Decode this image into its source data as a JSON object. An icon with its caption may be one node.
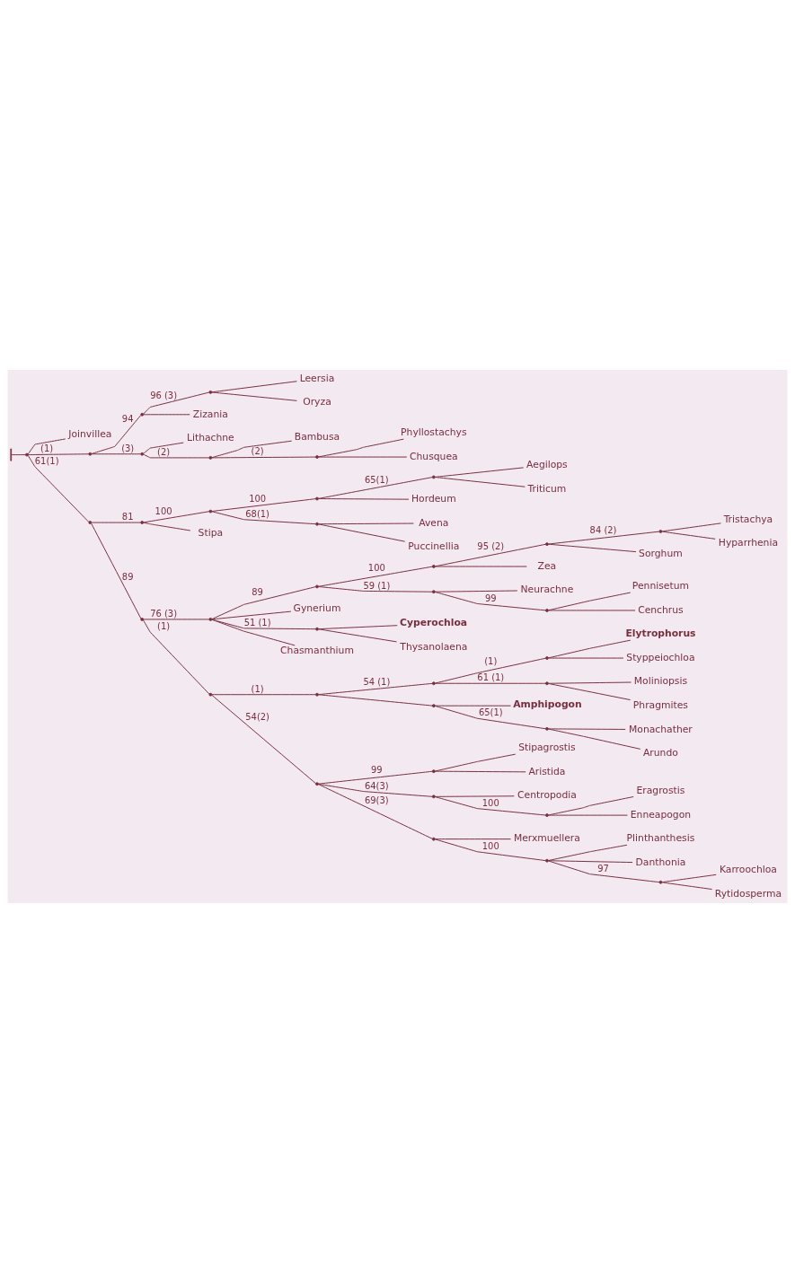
{
  "diagram": {
    "nodes": [
      {
        "text": [],
        "shape": "point"
      },
      {
        "text": [
          "Joinvillea"
        ]
      },
      {
        "text": [],
        "shape": "point"
      },
      {
        "text": [],
        "shape": "point"
      },
      {
        "text": [],
        "shape": "point"
      },
      {
        "text": [
          "Leersia"
        ]
      },
      {
        "text": [
          "Oryza"
        ]
      },
      {
        "text": [
          "Zizania"
        ]
      },
      {
        "text": [],
        "shape": "point"
      },
      {
        "text": [
          "Lithachne"
        ]
      },
      {
        "text": [],
        "shape": "point"
      },
      {
        "text": [
          "Bambusa"
        ]
      },
      {
        "text": [],
        "shape": "point"
      },
      {
        "text": [
          "Phyllostachys"
        ]
      },
      {
        "text": [
          "Chusquea"
        ]
      },
      {
        "text": [],
        "shape": "point"
      },
      {
        "text": [],
        "shape": "point"
      },
      {
        "text": [],
        "shape": "point"
      },
      {
        "text": [],
        "shape": "point"
      },
      {
        "text": [],
        "shape": "point"
      },
      {
        "text": [
          "Aegilops"
        ]
      },
      {
        "text": [
          "Triticum"
        ]
      },
      {
        "text": [
          "Hordeum"
        ]
      },
      {
        "text": [],
        "shape": "point"
      },
      {
        "text": [
          "Avena"
        ]
      },
      {
        "text": [
          "Puccinellia"
        ]
      },
      {
        "text": [
          "Stipa"
        ]
      },
      {
        "text": [],
        "shape": "point"
      },
      {
        "text": [],
        "shape": "point"
      },
      {
        "text": [],
        "shape": "point"
      },
      {
        "text": [],
        "shape": "point"
      },
      {
        "text": [],
        "shape": "point"
      },
      {
        "text": [],
        "shape": "point"
      },
      {
        "text": [
          "Tristachya"
        ]
      },
      {
        "text": [
          "Hyparrhenia"
        ]
      },
      {
        "text": [
          "Sorghum"
        ]
      },
      {
        "text": [
          "Zea"
        ]
      },
      {
        "text": [],
        "shape": "point"
      },
      {
        "text": [
          "Neurachne"
        ]
      },
      {
        "text": [],
        "shape": "point"
      },
      {
        "text": [
          "Pennisetum"
        ]
      },
      {
        "text": [
          "Cenchrus"
        ]
      },
      {
        "text": [
          "Gynerium"
        ]
      },
      {
        "text": [],
        "shape": "point"
      },
      {
        "text": [
          "Cyperochloa"
        ]
      },
      {
        "text": [
          "Thysanolaena"
        ]
      },
      {
        "text": [
          "Chasmanthium"
        ]
      },
      {
        "text": [],
        "shape": "point"
      },
      {
        "text": [],
        "shape": "point"
      },
      {
        "text": [],
        "shape": "point"
      },
      {
        "text": [],
        "shape": "point"
      },
      {
        "text": [
          "Elytrophorus"
        ]
      },
      {
        "text": [
          "Styppeiochloa"
        ]
      },
      {
        "text": [],
        "shape": "point"
      },
      {
        "text": [
          "Moliniopsis"
        ]
      },
      {
        "text": [
          "Phragmites"
        ]
      },
      {
        "text": [],
        "shape": "point"
      },
      {
        "text": [
          "Amphipogon"
        ]
      },
      {
        "text": [],
        "shape": "point"
      },
      {
        "text": [
          "Monachather"
        ]
      },
      {
        "text": [
          "Arundo"
        ]
      },
      {
        "text": [],
        "shape": "point"
      },
      {
        "text": [],
        "shape": "point"
      },
      {
        "text": [
          "Stipagrostis"
        ]
      },
      {
        "text": [
          "Aristida"
        ]
      },
      {
        "text": [],
        "shape": "point"
      },
      {
        "text": [
          "Centropodia"
        ]
      },
      {
        "text": [],
        "shape": "point"
      },
      {
        "text": [
          "Eragrostis"
        ]
      },
      {
        "text": [
          "Enneapogon"
        ]
      },
      {
        "text": [],
        "shape": "point"
      },
      {
        "text": [
          "Merxmuellera"
        ]
      },
      {
        "text": [],
        "shape": "point"
      },
      {
        "text": [
          "Plinthanthesis"
        ]
      },
      {
        "text": [
          "Danthonia"
        ]
      },
      {
        "text": [],
        "shape": "point"
      },
      {
        "text": [
          "Karroochloa"
        ]
      },
      {
        "text": [
          "Rytidosperma"
        ]
      }
    ],
    "edges": [
      {
        "from": null,
        "to": 0,
        "arrow": "other"
      },
      {
        "from": 0,
        "to": 1,
        "arrow": "none"
      },
      {
        "from": 0,
        "to": 2,
        "arrow": "none",
        "label": "(1)"
      },
      {
        "from": 2,
        "to": 3,
        "arrow": "none",
        "label": "94"
      },
      {
        "from": 3,
        "to": 4,
        "arrow": "none",
        "label": "96 (3)"
      },
      {
        "from": 4,
        "to": 5,
        "arrow": "none"
      },
      {
        "from": 4,
        "to": 6,
        "arrow": "none"
      },
      {
        "from": 3,
        "to": 7,
        "arrow": "none"
      },
      {
        "from": 2,
        "to": 8,
        "arrow": "none",
        "label": "(3)"
      },
      {
        "from": 8,
        "to": 9,
        "arrow": "none"
      },
      {
        "from": 8,
        "to": 10,
        "arrow": "none",
        "label": "(2)"
      },
      {
        "from": 10,
        "to": 11,
        "arrow": "none"
      },
      {
        "from": 10,
        "to": 12,
        "arrow": "none",
        "label": "(2)"
      },
      {
        "from": 12,
        "to": 13,
        "arrow": "none"
      },
      {
        "from": 12,
        "to": 14,
        "arrow": "none"
      },
      {
        "from": 0,
        "to": 15,
        "arrow": "none",
        "label": "61(1)"
      },
      {
        "from": 15,
        "to": 16,
        "arrow": "none",
        "label": "81"
      },
      {
        "from": 16,
        "to": 17,
        "arrow": "none",
        "label": "100"
      },
      {
        "from": 17,
        "to": 18,
        "arrow": "none",
        "label": "100"
      },
      {
        "from": 18,
        "to": 19,
        "arrow": "none",
        "label": "65(1)"
      },
      {
        "from": 19,
        "to": 20,
        "arrow": "none"
      },
      {
        "from": 19,
        "to": 21,
        "arrow": "none"
      },
      {
        "from": 18,
        "to": 22,
        "arrow": "none"
      },
      {
        "from": 17,
        "to": 23,
        "arrow": "none",
        "label": "68(1)"
      },
      {
        "from": 23,
        "to": 24,
        "arrow": "none"
      },
      {
        "from": 23,
        "to": 25,
        "arrow": "none"
      },
      {
        "from": 16,
        "to": 26,
        "arrow": "none"
      },
      {
        "from": 15,
        "to": 27,
        "arrow": "none",
        "label": "89"
      },
      {
        "from": 27,
        "to": 28,
        "arrow": "none",
        "label": "76 (3)"
      },
      {
        "from": 28,
        "to": 29,
        "arrow": "none",
        "label": "89"
      },
      {
        "from": 29,
        "to": 30,
        "arrow": "none",
        "label": "100"
      },
      {
        "from": 30,
        "to": 31,
        "arrow": "none",
        "label": "95 (2)"
      },
      {
        "from": 31,
        "to": 32,
        "arrow": "none",
        "label": "84 (2)"
      },
      {
        "from": 32,
        "to": 33,
        "arrow": "none"
      },
      {
        "from": 32,
        "to": 34,
        "arrow": "none"
      },
      {
        "from": 31,
        "to": 35,
        "arrow": "none"
      },
      {
        "from": 30,
        "to": 36,
        "arrow": "none"
      },
      {
        "from": 29,
        "to": 37,
        "arrow": "none",
        "label": "59 (1)"
      },
      {
        "from": 37,
        "to": 38,
        "arrow": "none"
      },
      {
        "from": 37,
        "to": 39,
        "arrow": "none",
        "label": "99"
      },
      {
        "from": 39,
        "to": 40,
        "arrow": "none"
      },
      {
        "from": 39,
        "to": 41,
        "arrow": "none"
      },
      {
        "from": 28,
        "to": 42,
        "arrow": "none"
      },
      {
        "from": 28,
        "to": 43,
        "arrow": "none",
        "label": "51 (1)"
      },
      {
        "from": 43,
        "to": 44,
        "arrow": "none"
      },
      {
        "from": 43,
        "to": 45,
        "arrow": "none"
      },
      {
        "from": 28,
        "to": 46,
        "arrow": "none"
      },
      {
        "from": 27,
        "to": 47,
        "arrow": "none",
        "label": "(1)"
      },
      {
        "from": 47,
        "to": 48,
        "arrow": "none",
        "label": "(1)"
      },
      {
        "from": 48,
        "to": 49,
        "arrow": "none",
        "label": "54 (1)"
      },
      {
        "from": 49,
        "to": 50,
        "arrow": "none",
        "label": "(1)"
      },
      {
        "from": 50,
        "to": 51,
        "arrow": "none"
      },
      {
        "from": 50,
        "to": 52,
        "arrow": "none"
      },
      {
        "from": 49,
        "to": 53,
        "arrow": "none",
        "label": "61 (1)"
      },
      {
        "from": 53,
        "to": 54,
        "arrow": "none"
      },
      {
        "from": 53,
        "to": 55,
        "arrow": "none"
      },
      {
        "from": 48,
        "to": 56,
        "arrow": "none"
      },
      {
        "from": 56,
        "to": 57,
        "arrow": "none"
      },
      {
        "from": 56,
        "to": 58,
        "arrow": "none",
        "label": "65(1)"
      },
      {
        "from": 58,
        "to": 59,
        "arrow": "none"
      },
      {
        "from": 58,
        "to": 60,
        "arrow": "none"
      },
      {
        "from": 47,
        "to": 61,
        "arrow": "none",
        "label": "54(2)"
      },
      {
        "from": 61,
        "to": 62,
        "arrow": "none",
        "label": "99"
      },
      {
        "from": 62,
        "to": 63,
        "arrow": "none"
      },
      {
        "from": 62,
        "to": 64,
        "arrow": "none"
      },
      {
        "from": 61,
        "to": 65,
        "arrow": "none",
        "label": "64(3)"
      },
      {
        "from": 65,
        "to": 66,
        "arrow": "none"
      },
      {
        "from": 65,
        "to": 67,
        "arrow": "none",
        "label": "100"
      },
      {
        "from": 67,
        "to": 68,
        "arrow": "none"
      },
      {
        "from": 67,
        "to": 69,
        "arrow": "none"
      },
      {
        "from": 61,
        "to": 70,
        "arrow": "none",
        "label": "69(3)"
      },
      {
        "from": 70,
        "to": 71,
        "arrow": "none"
      },
      {
        "from": 70,
        "to": 72,
        "arrow": "none",
        "label": "100"
      },
      {
        "from": 72,
        "to": 73,
        "arrow": "none"
      },
      {
        "from": 72,
        "to": 74,
        "arrow": "none"
      },
      {
        "from": 72,
        "to": 75,
        "arrow": "none",
        "label": "97"
      },
      {
        "from": 75,
        "to": 76,
        "arrow": "none"
      },
      {
        "from": 75,
        "to": 77,
        "arrow": "none"
      }
    ]
  }
}
